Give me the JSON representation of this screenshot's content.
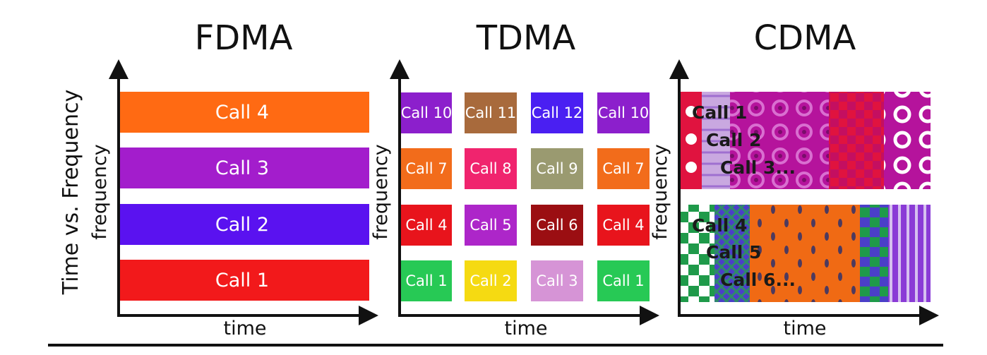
{
  "side_label": "Time vs. Frequency",
  "panels": {
    "fdma": {
      "title": "FDMA",
      "x_label": "time",
      "y_label": "frequency",
      "bands": [
        {
          "label": "Call 4",
          "color": "#ff6a13"
        },
        {
          "label": "Call 3",
          "color": "#a31dcc"
        },
        {
          "label": "Call 2",
          "color": "#5a12f0"
        },
        {
          "label": "Call 1",
          "color": "#f2191b"
        }
      ]
    },
    "tdma": {
      "title": "TDMA",
      "x_label": "time",
      "y_label": "frequency",
      "rows": [
        [
          {
            "label": "Call 10",
            "color": "#8c1fcc"
          },
          {
            "label": "Call 11",
            "color": "#a86a3c"
          },
          {
            "label": "Call 12",
            "color": "#4a1ff2"
          },
          {
            "label": "Call 10",
            "color": "#8c1fcc"
          }
        ],
        [
          {
            "label": "Call 7",
            "color": "#f26c1b"
          },
          {
            "label": "Call 8",
            "color": "#f0246e"
          },
          {
            "label": "Call 9",
            "color": "#9a9a70"
          },
          {
            "label": "Call 7",
            "color": "#f26c1b"
          }
        ],
        [
          {
            "label": "Call 4",
            "color": "#e8141c"
          },
          {
            "label": "Call 5",
            "color": "#ad26c9"
          },
          {
            "label": "Call 6",
            "color": "#9b0e12"
          },
          {
            "label": "Call 4",
            "color": "#e8141c"
          }
        ],
        [
          {
            "label": "Call 1",
            "color": "#27c955"
          },
          {
            "label": "Call 2",
            "color": "#f5da12"
          },
          {
            "label": "Call 3",
            "color": "#d694d6"
          },
          {
            "label": "Call 1",
            "color": "#27c955"
          }
        ]
      ]
    },
    "cdma": {
      "title": "CDMA",
      "x_label": "time",
      "y_label": "frequency",
      "upper_labels": [
        "Call 1",
        "Call 2",
        "Call 3..."
      ],
      "lower_labels": [
        "Call 4",
        "Call 5",
        "Call 6..."
      ],
      "upper_colors": {
        "base": "#b5139c",
        "pattern": "#d96fd0",
        "red": "#e0133f",
        "lavender": "#c9a8e0"
      },
      "lower_colors": {
        "green": "#1f9a4a",
        "blue": "#4b3fc8",
        "orange": "#f06a14",
        "purple": "#8a3bd6"
      }
    }
  }
}
